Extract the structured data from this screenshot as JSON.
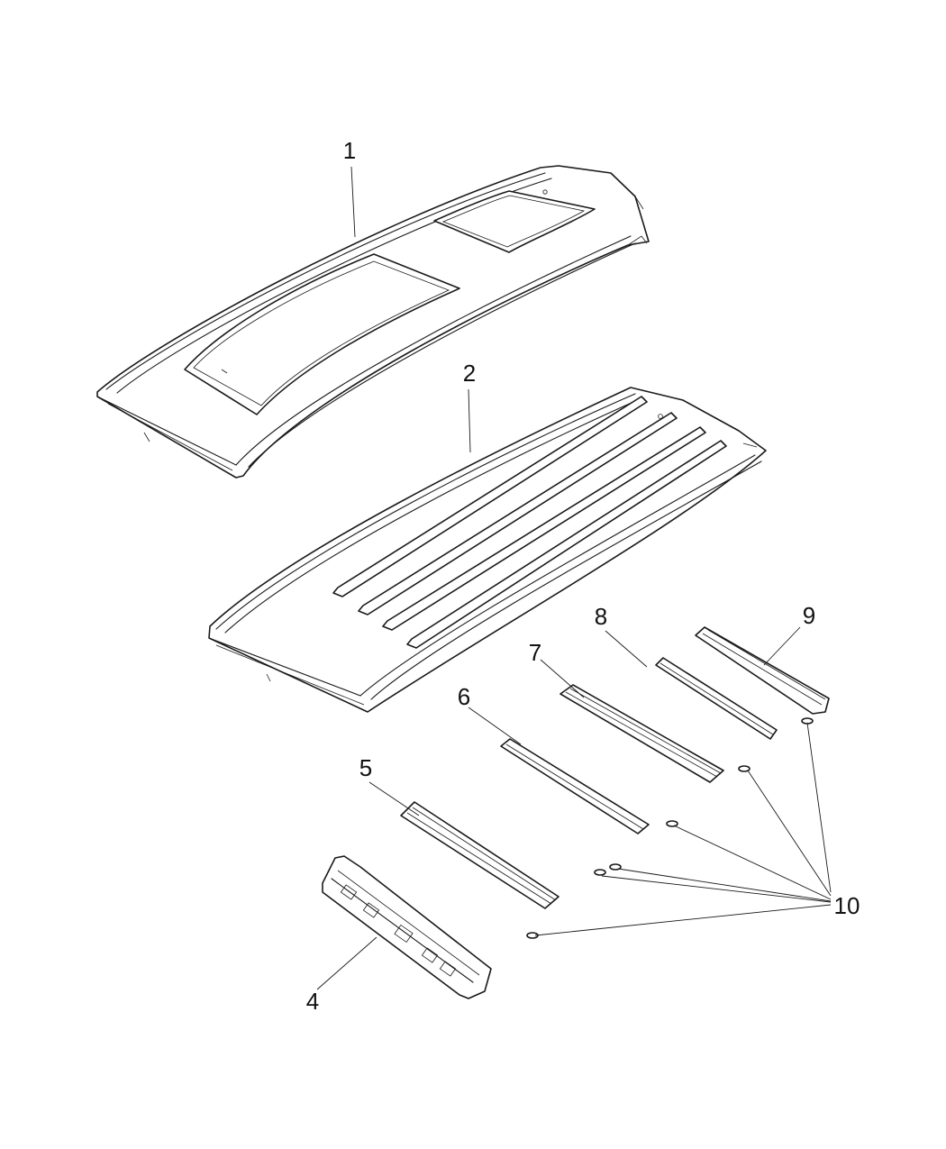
{
  "callouts": {
    "c1": "1",
    "c2": "2",
    "c4": "4",
    "c5": "5",
    "c6": "6",
    "c7": "7",
    "c8": "8",
    "c9": "9",
    "c10": "10"
  },
  "colors": {
    "line": "#1a1a1a",
    "background": "#ffffff"
  }
}
